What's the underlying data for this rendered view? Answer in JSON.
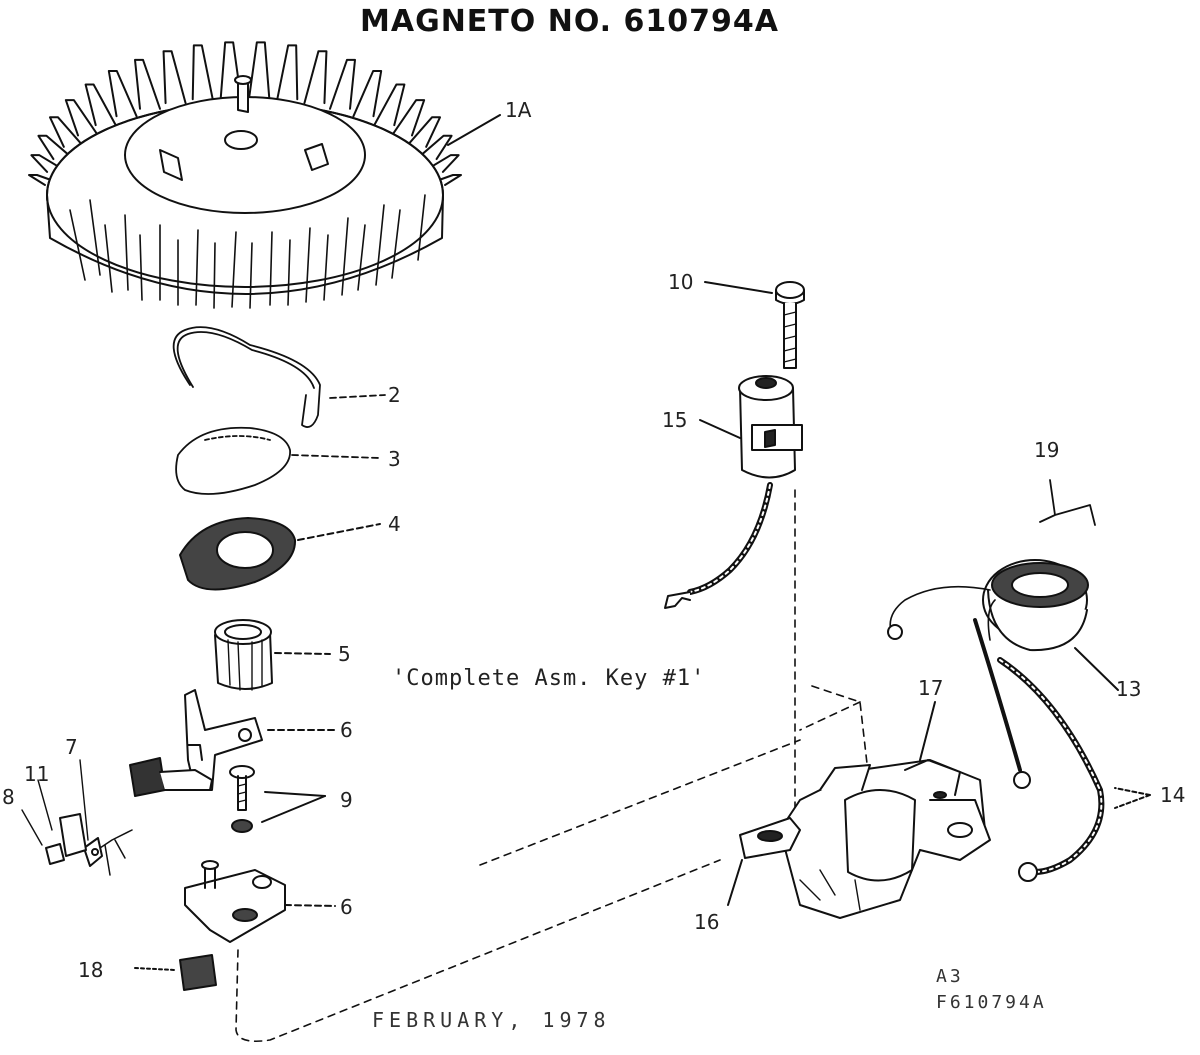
{
  "title": "MAGNETO NO.  610794A",
  "note": "'Complete Asm. Key #1'",
  "date": "FEBRUARY, 1978",
  "footer_code_1": "A3",
  "footer_code_2": "F610794A",
  "parts": {
    "p1a": "1A",
    "p2": "2",
    "p3": "3",
    "p4": "4",
    "p5": "5",
    "p6a": "6",
    "p6b": "6",
    "p7": "7",
    "p8": "8",
    "p9": "9",
    "p10": "10",
    "p11": "11",
    "p13": "13",
    "p14": "14",
    "p15": "15",
    "p16": "16",
    "p17": "17",
    "p18": "18",
    "p19": "19"
  }
}
